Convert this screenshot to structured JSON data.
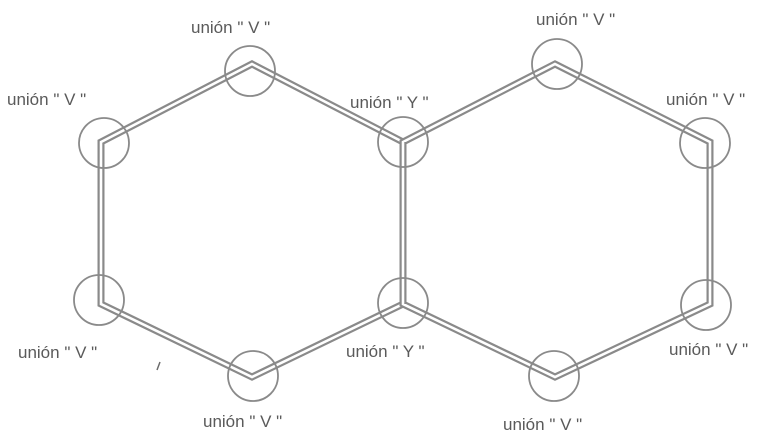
{
  "diagram": {
    "labels": {
      "v_left_top": "unión \" V \"",
      "v_left_upper_left": "unión \" V \"",
      "y_center_top": "unión \" Y \"",
      "v_right_top": "unión \" V \"",
      "v_right_upper_right": "unión \" V \"",
      "v_left_lower_left": "unión \" V \"",
      "y_center_bottom": "unión \" Y \"",
      "v_right_lower_right": "unión \" V \"",
      "v_left_bottom": "unión \" V \"",
      "v_right_bottom": "unión \" V \""
    },
    "colors": {
      "pipe": "#8a8a8a",
      "label": "#5a5a5a",
      "background": "#ffffff"
    }
  }
}
